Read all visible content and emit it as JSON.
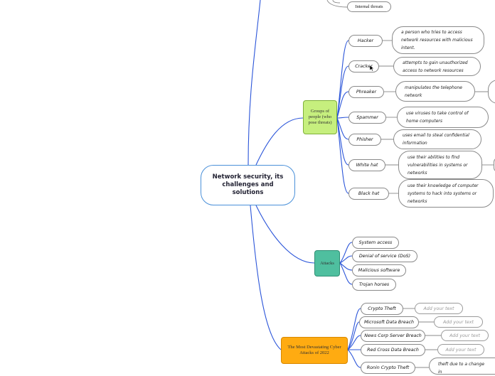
{
  "root": {
    "title": "Network security, its challenges and solutions"
  },
  "top_remnant": {
    "label": "Internal threats"
  },
  "groups": {
    "people": {
      "label": "Groups of people (who pose threats)",
      "color": "#c6ef7e",
      "items": [
        {
          "name": "Hacker",
          "desc": "a person who tries to access network resources with malicious intent."
        },
        {
          "name": "Cracker",
          "desc": "attempts to gain unauthorized access to network resources"
        },
        {
          "name": "Phreaker",
          "desc": "manipulates the telephone network"
        },
        {
          "name": "Spammer",
          "desc": "use viruses to take control of home computers"
        },
        {
          "name": "Phisher",
          "desc": "uses email to steal confidential information"
        },
        {
          "name": "White hat",
          "desc": "use their abilities to find vulnerabilities in systems or networks"
        },
        {
          "name": "Black hat",
          "desc": "use their knowledge of computer systems to hack into systems or networks"
        }
      ]
    },
    "attacks": {
      "label": "Attacks",
      "color": "#4fbf9f",
      "items": [
        "System access",
        "Denial of service (DoS)",
        "Malicious software",
        "Trojan horses"
      ]
    },
    "cyber2022": {
      "label": "The Most Devastating Cyber Attacks of 2022",
      "color": "#ffab11",
      "items": [
        {
          "name": "Crypto Theft",
          "hint": "Add your text"
        },
        {
          "name": "Microsoft Data Breach",
          "hint": "Add your text"
        },
        {
          "name": "News Corp Server Breach",
          "hint": "Add your text"
        },
        {
          "name": "Red Cross Data Breach",
          "hint": "Add your text"
        },
        {
          "name": "Ronin Crypto Theft",
          "desc": "theft due to a change in"
        }
      ]
    }
  },
  "colors": {
    "link": "#2b55d9",
    "border": "#8a8a8a",
    "root_border": "#4a90d9"
  }
}
